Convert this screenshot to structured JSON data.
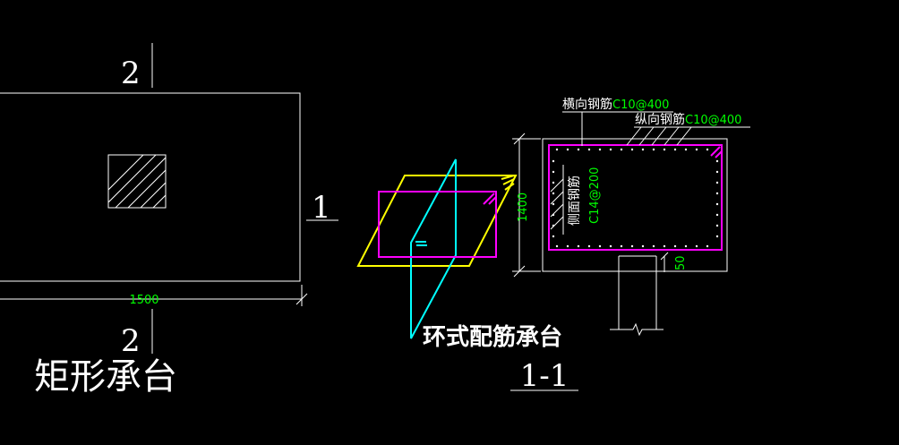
{
  "plan": {
    "section_mark_top": "2",
    "section_mark_bottom": "2",
    "section_mark_side": "1",
    "width_dim": "1500",
    "title": "矩形承台"
  },
  "iso": {
    "caption": "环式配筋承台"
  },
  "section": {
    "title": "1-1",
    "height_dim": "1400",
    "cover_dim": "50",
    "label_transverse": "横向钢筋",
    "spec_transverse": "C10@400",
    "label_longitudinal": "纵向钢筋",
    "spec_longitudinal": "C10@400",
    "label_side": "侧面钢筋",
    "spec_side": "C14@200"
  },
  "colors": {
    "background": "#000000",
    "line": "#ffffff",
    "dimension_text": "#00ff00",
    "rebar_ring": "#ff00ff",
    "iso_horizontal_plane": "#ffff00",
    "iso_vertical_plane": "#00ffff"
  }
}
